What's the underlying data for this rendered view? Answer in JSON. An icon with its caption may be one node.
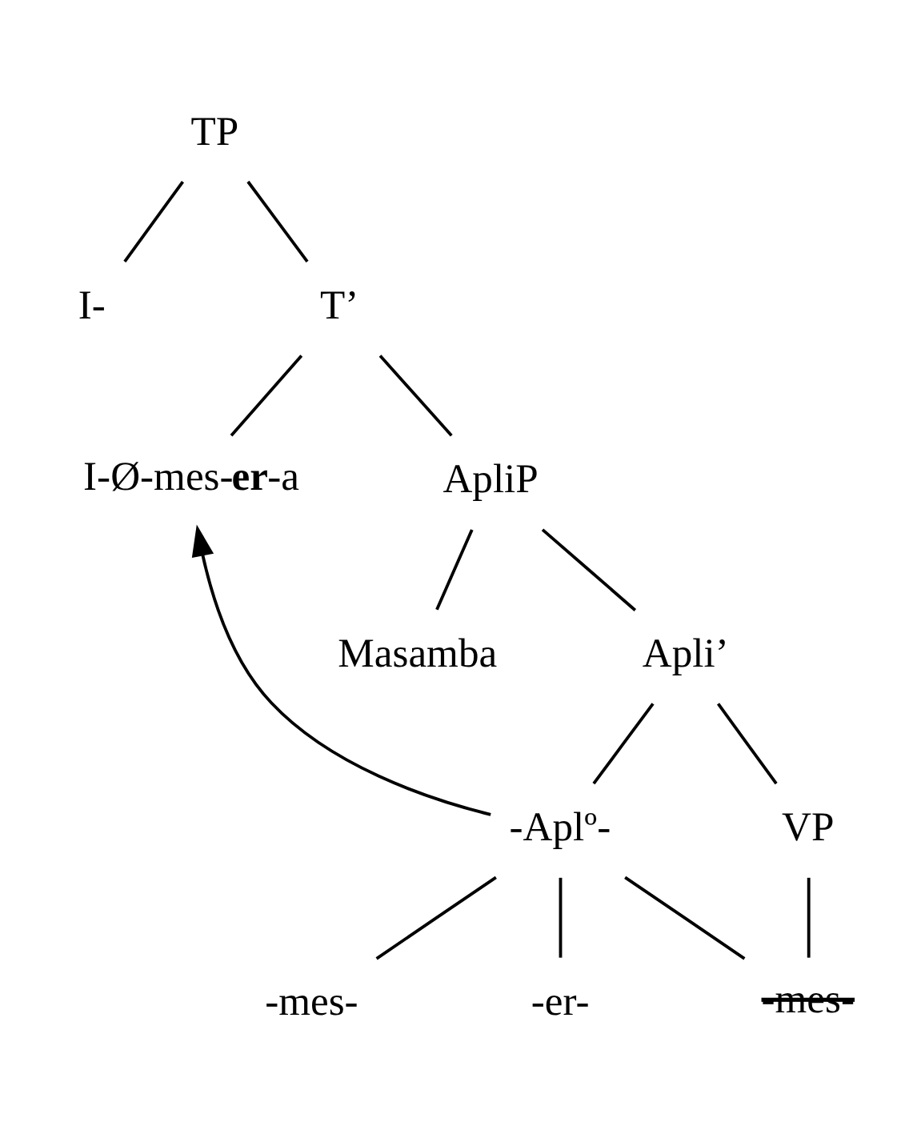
{
  "diagram": {
    "nodes": [
      {
        "text": [
          "TP"
        ]
      },
      {
        "text": [
          "I-"
        ]
      },
      {
        "text": [
          "T’"
        ]
      },
      {
        "text": [
          "I-Ø-mes-**er**-a"
        ]
      },
      {
        "text": [
          "ApliP"
        ]
      },
      {
        "text": [
          "Masamba"
        ]
      },
      {
        "text": [
          "Apli’"
        ]
      },
      {
        "text": [
          "-Aplº-"
        ]
      },
      {
        "text": [
          "VP"
        ]
      },
      {
        "text": [
          "-mes-"
        ]
      },
      {
        "text": [
          "-er-"
        ]
      },
      {
        "text": [
          "-mes-"
        ]
      }
    ],
    "edges": [
      {
        "from": 0,
        "to": 1,
        "arrow": "none"
      },
      {
        "from": 0,
        "to": 2,
        "arrow": "none"
      },
      {
        "from": 2,
        "to": 3,
        "arrow": "none"
      },
      {
        "from": 2,
        "to": 4,
        "arrow": "none"
      },
      {
        "from": 4,
        "to": 5,
        "arrow": "none"
      },
      {
        "from": 4,
        "to": 6,
        "arrow": "none"
      },
      {
        "from": 6,
        "to": 7,
        "arrow": "none"
      },
      {
        "from": 6,
        "to": 8,
        "arrow": "none"
      },
      {
        "from": 7,
        "to": 9,
        "arrow": "none"
      },
      {
        "from": 7,
        "to": 10,
        "arrow": "none"
      },
      {
        "from": 8,
        "to": 11,
        "arrow": "none"
      },
      {
        "from": 11,
        "to": 7,
        "arrow": "none"
      },
      {
        "from": 7,
        "to": 3,
        "arrow": "to"
      }
    ]
  }
}
